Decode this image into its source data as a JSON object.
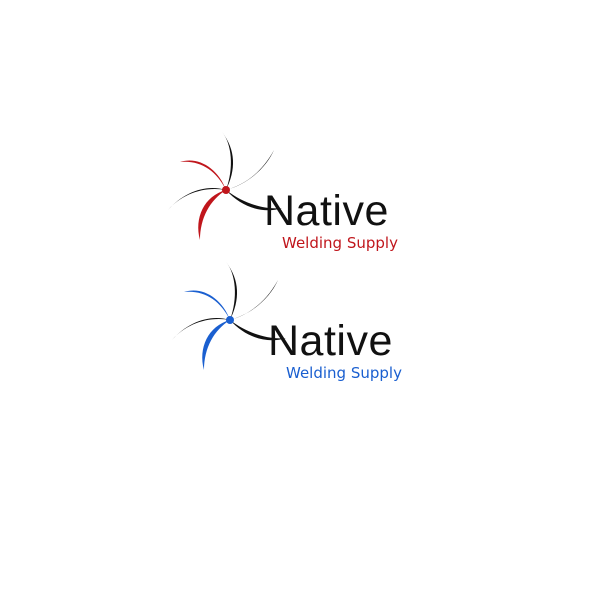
{
  "logos": [
    {
      "brand_name": "Native",
      "tagline": "Welding Supply",
      "accent_color": "#c0161c",
      "icon": "pinwheel-swirl-icon"
    },
    {
      "brand_name": "Native",
      "tagline": "Welding Supply",
      "accent_color": "#1a5fd0",
      "icon": "pinwheel-swirl-icon"
    }
  ],
  "colors": {
    "background": "#ffffff",
    "wordmark": "#111111"
  }
}
